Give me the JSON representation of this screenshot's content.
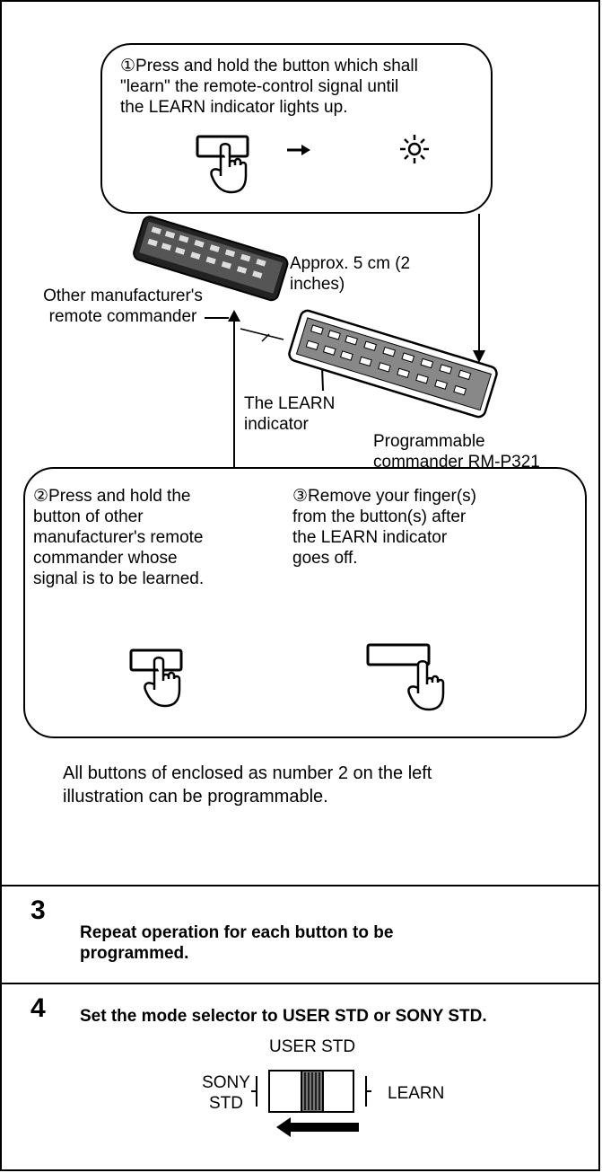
{
  "step1_text": "①Press and hold the button which shall\n\"learn\" the remote-control signal until\nthe LEARN indicator lights up.",
  "label_other_commander": "Other manufacturer's\nremote commander",
  "label_distance": "Approx. 5 cm (2\ninches)",
  "label_learn_indicator": "The LEARN\nindicator",
  "label_programmable": "Programmable\ncommander RM-P321",
  "step2_text": "②Press and hold the\nbutton of other\nmanufacturer's remote\ncommander whose\nsignal is to be learned.",
  "step3_text": "③Remove your finger(s)\nfrom the button(s) after\nthe LEARN indicator\ngoes off.",
  "note_text": "All buttons of enclosed as number 2 on the left\nillustration can be programmable.",
  "section3": {
    "number": "3",
    "text": "Repeat operation for each button to be\nprogrammed."
  },
  "section4": {
    "number": "4",
    "text": "Set the mode selector to USER STD or SONY STD."
  },
  "selector": {
    "top_label": "USER STD",
    "left_label": "SONY\nSTD",
    "right_label": "LEARN"
  },
  "icons": [
    "finger-press-icon",
    "right-arrow-icon",
    "light-indicator-icon",
    "remote-control-icon",
    "switch-icon"
  ]
}
